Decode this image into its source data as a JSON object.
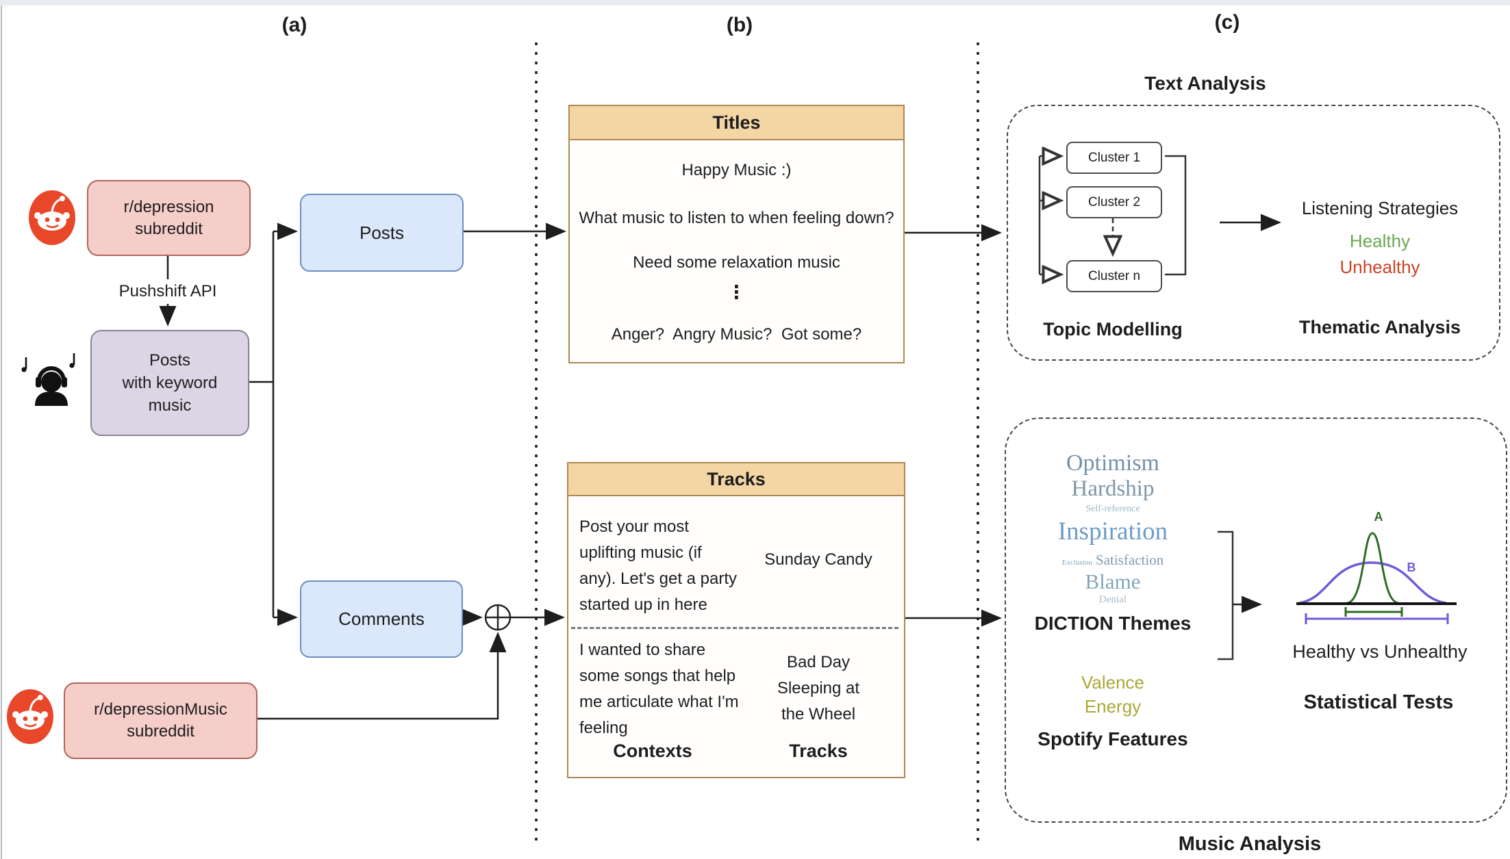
{
  "section_labels": {
    "a": "(a)",
    "b": "(b)",
    "c": "(c)"
  },
  "pipeline": {
    "source1": "r/depression\nsubreddit",
    "api_label": "Pushshift API",
    "keyword_box": "Posts\nwith keyword\nmusic",
    "posts_box": "Posts",
    "comments_box": "Comments",
    "source2": "r/depressionMusic\nsubreddit",
    "icons": {
      "reddit": "reddit-logo",
      "listener": "person-with-headphones",
      "merge": "circle-plus-merge"
    }
  },
  "titles_panel": {
    "header": "Titles",
    "items": [
      "Happy Music :)",
      "What music to listen to when feeling down?",
      "Need some relaxation music",
      "⋮",
      "Anger?  Angry Music?  Got some?"
    ]
  },
  "tracks_panel": {
    "header": "Tracks",
    "rows": [
      {
        "context": "Post your most\nuplifting music (if\nany). Let's get a party\nstarted up in here",
        "tracks": [
          "Sunday Candy"
        ]
      },
      {
        "context": "I wanted to share\nsome songs that help\nme articulate what I'm\nfeeling",
        "tracks": [
          "Bad Day",
          "Sleeping at the Wheel"
        ]
      }
    ],
    "col_labels": {
      "contexts": "Contexts",
      "tracks": "Tracks"
    }
  },
  "text_analysis": {
    "title": "Text Analysis",
    "clusters": [
      "Cluster 1",
      "Cluster 2",
      "Cluster n"
    ],
    "topic_label": "Topic Modelling",
    "listening_strategies": "Listening Strategies",
    "healthy": "Healthy",
    "unhealthy": "Unhealthy",
    "thematic_label": "Thematic Analysis"
  },
  "music_analysis": {
    "title": "Music Analysis",
    "wordcloud": [
      {
        "text": "Optimism",
        "size": 34,
        "color": "#7391ab"
      },
      {
        "text": "Hardship",
        "size": 33,
        "color": "#7d96a7"
      },
      {
        "text": "Self-reference",
        "size": 14,
        "color": "#9db6c6"
      },
      {
        "text": "Inspiration",
        "size": 37,
        "color": "#6d9cc6"
      },
      {
        "text": "Exclusion",
        "size": 11,
        "color": "#8aa7bb"
      },
      {
        "text": "Satisfaction",
        "size": 21,
        "color": "#7e9cb5"
      },
      {
        "text": "Blame",
        "size": 31,
        "color": "#82a7bd"
      },
      {
        "text": "Denial",
        "size": 15,
        "color": "#a4bdcb"
      }
    ],
    "diction_label": "DICTION Themes",
    "spotify_features": [
      "Valence",
      "Energy"
    ],
    "spotify_label": "Spotify Features",
    "chart": {
      "label_a": "A",
      "label_b": "B",
      "curve_a_color": "#2f6b26",
      "curve_b_color": "#6e5bd8"
    },
    "comparison": "Healthy vs Unhealthy",
    "stats_label": "Statistical Tests"
  },
  "colors": {
    "source_box_fill": "#f5cdc9",
    "source_box_border": "#b0655a",
    "keyword_box_fill": "#dcd5e6",
    "keyword_box_border": "#8a8294",
    "flow_box_fill": "#dbe8fb",
    "flow_box_border": "#6c8ebf",
    "panel_header_fill": "#f4d6a5",
    "panel_border": "#ad8751",
    "reddit_orange": "#e8472a",
    "healthy_green": "#6aa84f",
    "unhealthy_red": "#cc4125",
    "valence_olive": "#a9a838",
    "connector": "#1d1d1d"
  }
}
